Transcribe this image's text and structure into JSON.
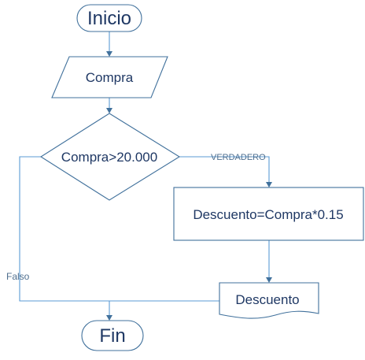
{
  "flowchart": {
    "start": "Inicio",
    "input": "Compra",
    "decision": "Compra>20.000",
    "true_label": "VERDADERO",
    "false_label": "Falso",
    "process": "Descuento=Compra*0.15",
    "output": "Descuento",
    "end": "Fin"
  },
  "colors": {
    "stroke": "#41719c",
    "connector": "#5b9bd5",
    "text": "#1f3864"
  }
}
